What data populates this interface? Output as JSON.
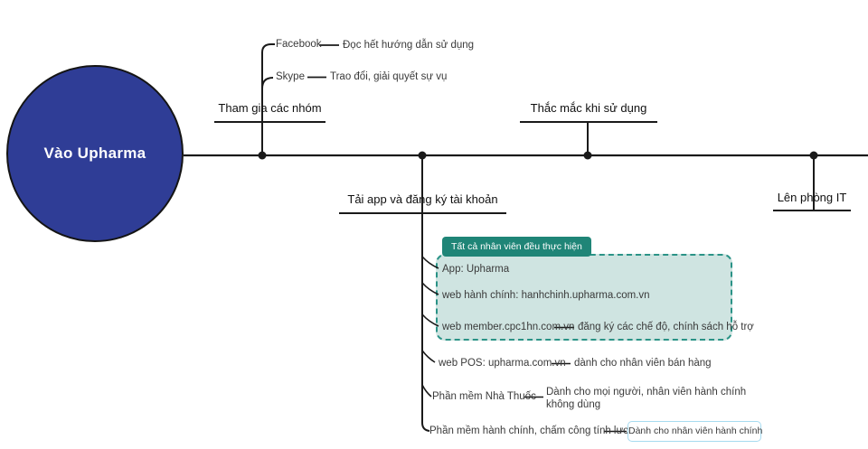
{
  "colors": {
    "node_fill": "#2f3d96",
    "line": "#1a1a1a",
    "badge_bg": "#1f8577",
    "panel_bg": "#cfe4e1",
    "panel_border": "#2b9387",
    "callout_border": "#a7dbf0",
    "text": "#3a3a3a"
  },
  "root": {
    "label": "Vào Upharma"
  },
  "top_branches": [
    {
      "label": "Tham gia các nhóm",
      "children": [
        {
          "label": "Facebook",
          "note": "Đọc hết hướng dẫn sử dụng"
        },
        {
          "label": "Skype",
          "note": "Trao đổi, giải quyết sự vụ"
        }
      ]
    },
    {
      "label": "Thắc mắc khi sử dụng"
    }
  ],
  "bottom_branches": [
    {
      "label": "Tải app và đăng ký tài khoản",
      "badge": "Tất cả nhân viên đều thực hiện",
      "panel_items": [
        {
          "label": "App: Upharma"
        },
        {
          "label": "web hành chính: hanhchinh.upharma.com.vn"
        },
        {
          "label": "web member.cpc1hn.com.vn",
          "note": "đăng ký các chế độ, chính sách hỗ trợ"
        }
      ],
      "items": [
        {
          "label": "web POS: upharma.com.vn",
          "note": "dành cho nhân viên bán hàng"
        },
        {
          "label": "Phần mềm Nhà Thuốc",
          "note": "Dành cho mọi người, nhân viên hành chính không dùng"
        },
        {
          "label": "Phần mềm hành chính, chấm công tính lương",
          "note": "Dành cho nhân viên hành chính"
        }
      ]
    },
    {
      "label": "Lên phòng IT"
    }
  ]
}
